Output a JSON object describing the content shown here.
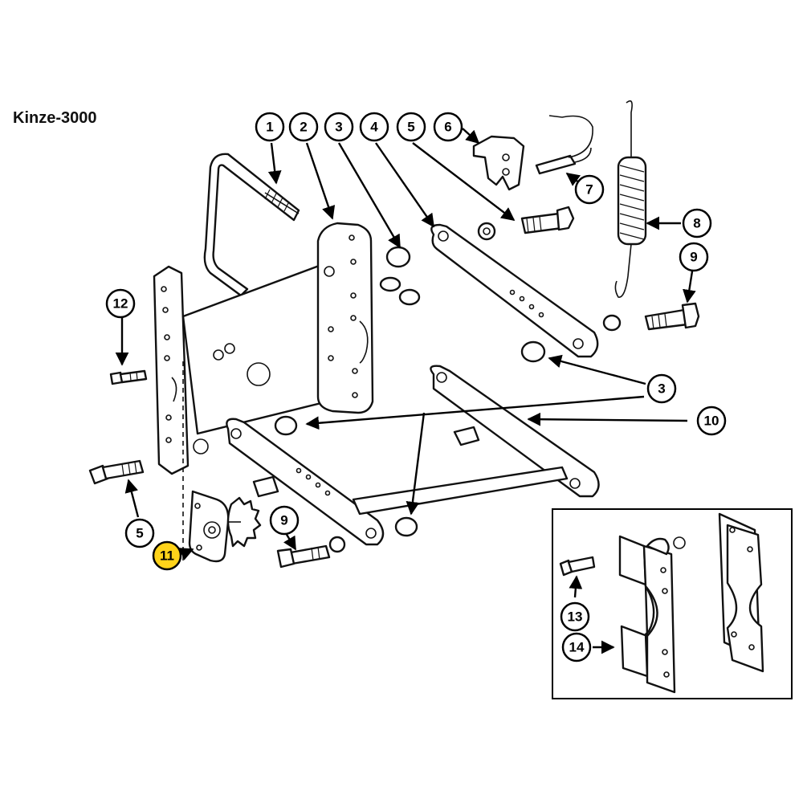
{
  "title": "Kinze-3000",
  "colors": {
    "line": "#111111",
    "highlight": "#ffd31a",
    "background": "#ffffff"
  },
  "callouts": [
    {
      "id": "c1",
      "label": "1"
    },
    {
      "id": "c2",
      "label": "2"
    },
    {
      "id": "c3a",
      "label": "3"
    },
    {
      "id": "c4",
      "label": "4"
    },
    {
      "id": "c5a",
      "label": "5"
    },
    {
      "id": "c6",
      "label": "6"
    },
    {
      "id": "c7",
      "label": "7"
    },
    {
      "id": "c8",
      "label": "8"
    },
    {
      "id": "c9a",
      "label": "9"
    },
    {
      "id": "c3b",
      "label": "3"
    },
    {
      "id": "c10",
      "label": "10"
    },
    {
      "id": "c12",
      "label": "12"
    },
    {
      "id": "c5b",
      "label": "5"
    },
    {
      "id": "c11",
      "label": "11",
      "highlighted": true
    },
    {
      "id": "c9b",
      "label": "9"
    },
    {
      "id": "c13",
      "label": "13"
    },
    {
      "id": "c14",
      "label": "14"
    }
  ]
}
